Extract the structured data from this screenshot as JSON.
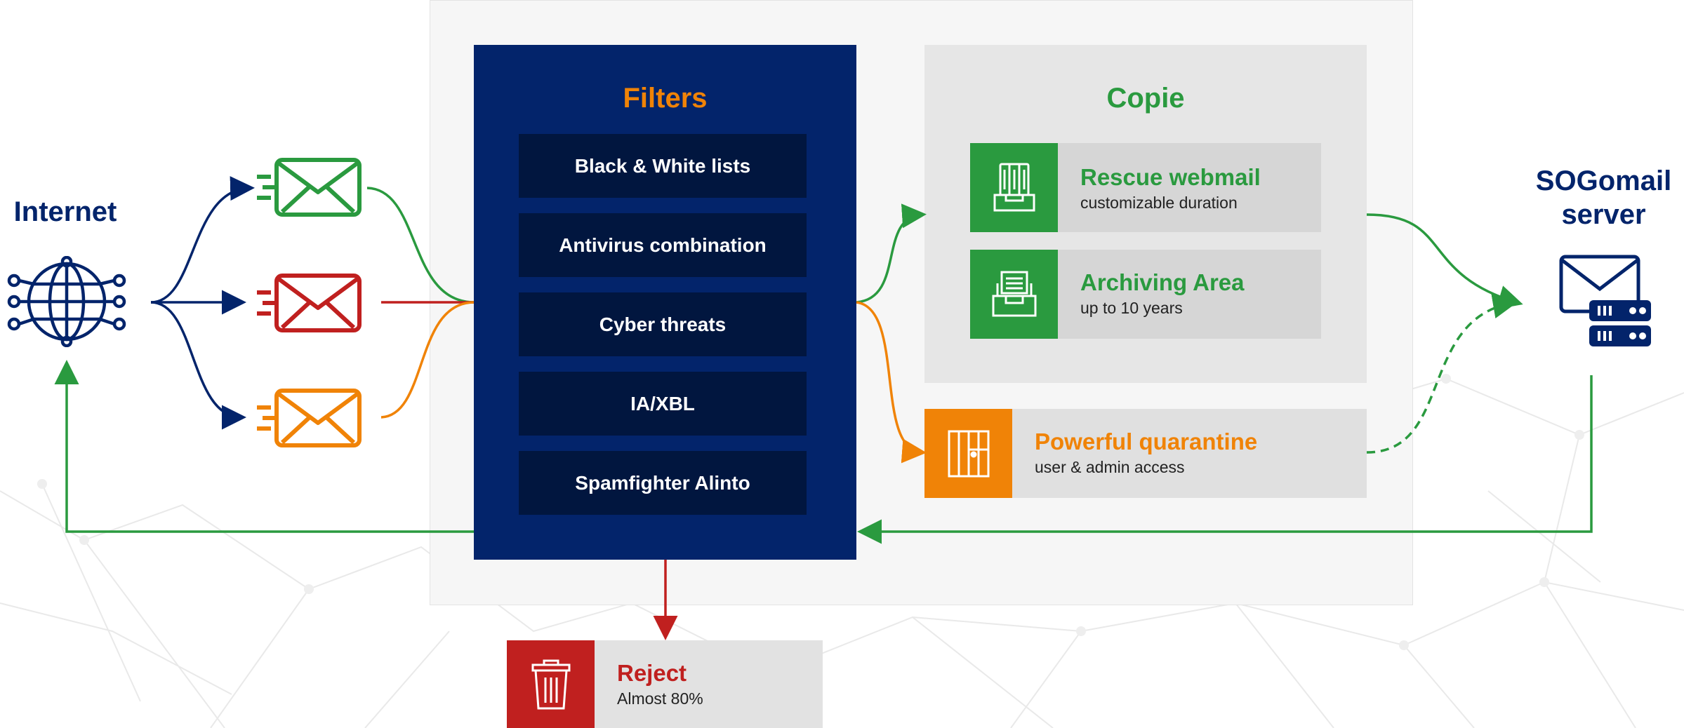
{
  "internet": {
    "label": "Internet"
  },
  "server": {
    "label_line1": "SOGomail",
    "label_line2": "server"
  },
  "filters": {
    "title": "Filters",
    "items": [
      "Black & White lists",
      "Antivirus combination",
      "Cyber threats",
      "IA/XBL",
      "Spamfighter  Alinto"
    ]
  },
  "copie": {
    "title": "Copie",
    "rescue": {
      "title": "Rescue webmail",
      "subtitle": "customizable duration"
    },
    "archiving": {
      "title": "Archiving Area",
      "subtitle": "up to 10 years"
    }
  },
  "quarantine": {
    "title": "Powerful quarantine",
    "subtitle": "user & admin access"
  },
  "reject": {
    "title": "Reject",
    "subtitle": "Almost 80%"
  },
  "colors": {
    "navy": "#03246b",
    "dark_navy": "#01163f",
    "orange": "#f08307",
    "green": "#2a9a3f",
    "red": "#c0201f",
    "panel_grey": "#e6e6e6",
    "card_grey": "#d6d6d6"
  },
  "icons": {
    "internet": "globe-network-icon",
    "mail_green": "envelope-icon",
    "mail_red": "envelope-icon",
    "mail_orange": "envelope-icon",
    "rescue": "server-rack-icon",
    "archiving": "archive-tray-icon",
    "quarantine": "jail-bars-icon",
    "reject": "trash-can-icon",
    "server": "mail-server-icon"
  }
}
